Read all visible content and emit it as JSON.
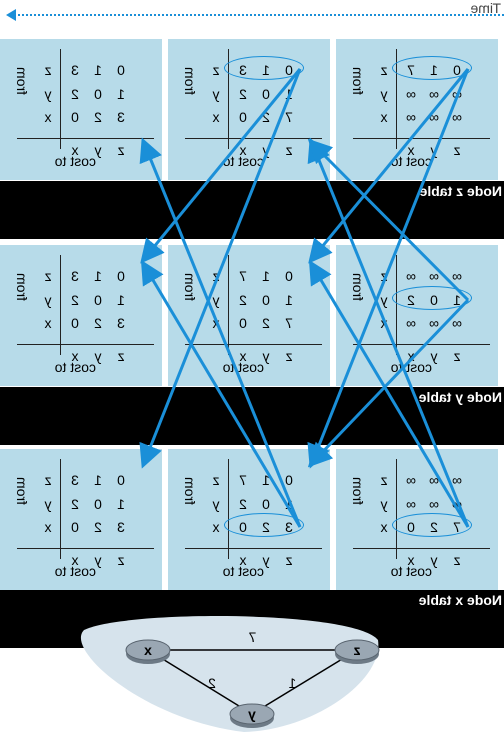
{
  "time_label": "Time",
  "row_axis_label": "from",
  "col_axis_label": "cost to",
  "row_labels": [
    "x",
    "y",
    "z"
  ],
  "col_labels": [
    "x",
    "y",
    "z"
  ],
  "tables": [
    {
      "title": "Node x table",
      "snapshots": [
        [
          [
            "0",
            "2",
            "7"
          ],
          [
            "∞",
            "∞",
            "∞"
          ],
          [
            "∞",
            "∞",
            "∞"
          ]
        ],
        [
          [
            "0",
            "2",
            "3"
          ],
          [
            "2",
            "0",
            "1"
          ],
          [
            "7",
            "1",
            "0"
          ]
        ],
        [
          [
            "0",
            "2",
            "3"
          ],
          [
            "2",
            "0",
            "1"
          ],
          [
            "3",
            "1",
            "0"
          ]
        ]
      ]
    },
    {
      "title": "Node y table",
      "snapshots": [
        [
          [
            "∞",
            "∞",
            "∞"
          ],
          [
            "2",
            "0",
            "1"
          ],
          [
            "∞",
            "∞",
            "∞"
          ]
        ],
        [
          [
            "0",
            "2",
            "7"
          ],
          [
            "2",
            "0",
            "1"
          ],
          [
            "7",
            "1",
            "0"
          ]
        ],
        [
          [
            "0",
            "2",
            "3"
          ],
          [
            "2",
            "0",
            "1"
          ],
          [
            "3",
            "1",
            "0"
          ]
        ]
      ]
    },
    {
      "title": "Node z table",
      "snapshots": [
        [
          [
            "∞",
            "∞",
            "∞"
          ],
          [
            "∞",
            "∞",
            "∞"
          ],
          [
            "7",
            "1",
            "0"
          ]
        ],
        [
          [
            "0",
            "2",
            "7"
          ],
          [
            "2",
            "0",
            "1"
          ],
          [
            "3",
            "1",
            "0"
          ]
        ],
        [
          [
            "0",
            "2",
            "3"
          ],
          [
            "2",
            "0",
            "1"
          ],
          [
            "3",
            "1",
            "0"
          ]
        ]
      ]
    }
  ],
  "network": {
    "nodes": [
      "x",
      "y",
      "z"
    ],
    "links": [
      {
        "from": "x",
        "to": "y",
        "cost": "2"
      },
      {
        "from": "y",
        "to": "z",
        "cost": "1"
      },
      {
        "from": "x",
        "to": "z",
        "cost": "7"
      }
    ]
  },
  "colors": {
    "panel": "#b7dbe9",
    "band": "#000000",
    "arrow": "#1a8fd8",
    "network_bg": "#d6e3ec"
  }
}
